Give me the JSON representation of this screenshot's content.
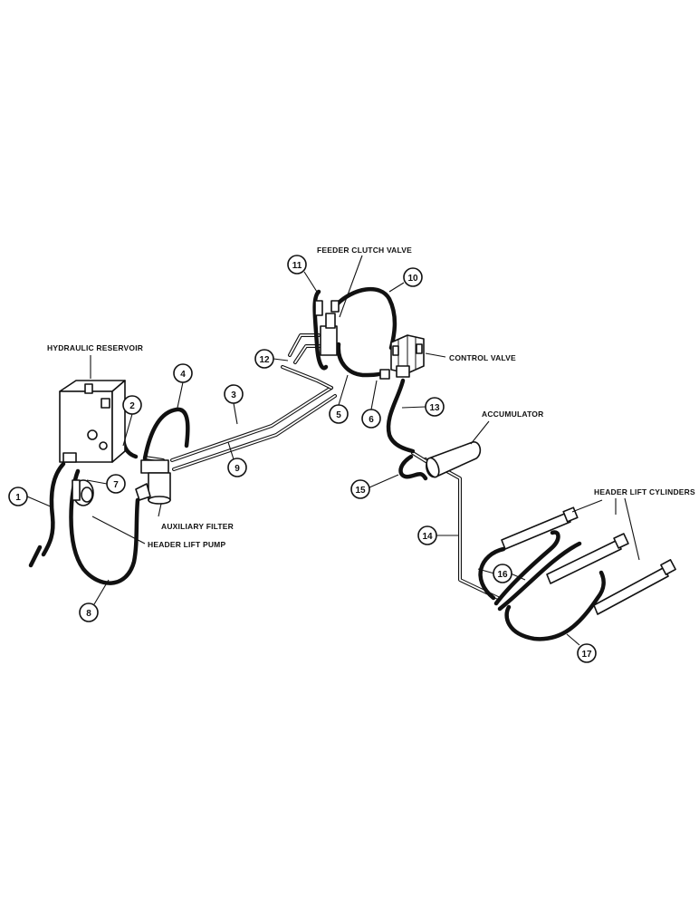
{
  "labels": {
    "feeder_clutch_valve": "FEEDER CLUTCH VALVE",
    "hydraulic_reservoir": "HYDRAULIC RESERVOIR",
    "control_valve": "CONTROL VALVE",
    "accumulator": "ACCUMULATOR",
    "header_lift_cylinders": "HEADER LIFT CYLINDERS",
    "auxiliary_filter": "AUXILIARY FILTER",
    "header_lift_pump": "HEADER LIFT PUMP"
  },
  "callouts": {
    "c1": "1",
    "c2": "2",
    "c3": "3",
    "c4": "4",
    "c5": "5",
    "c6": "6",
    "c7": "7",
    "c8": "8",
    "c9": "9",
    "c10": "10",
    "c11": "11",
    "c12": "12",
    "c13": "13",
    "c14": "14",
    "c15": "15",
    "c16": "16",
    "c17": "17"
  }
}
